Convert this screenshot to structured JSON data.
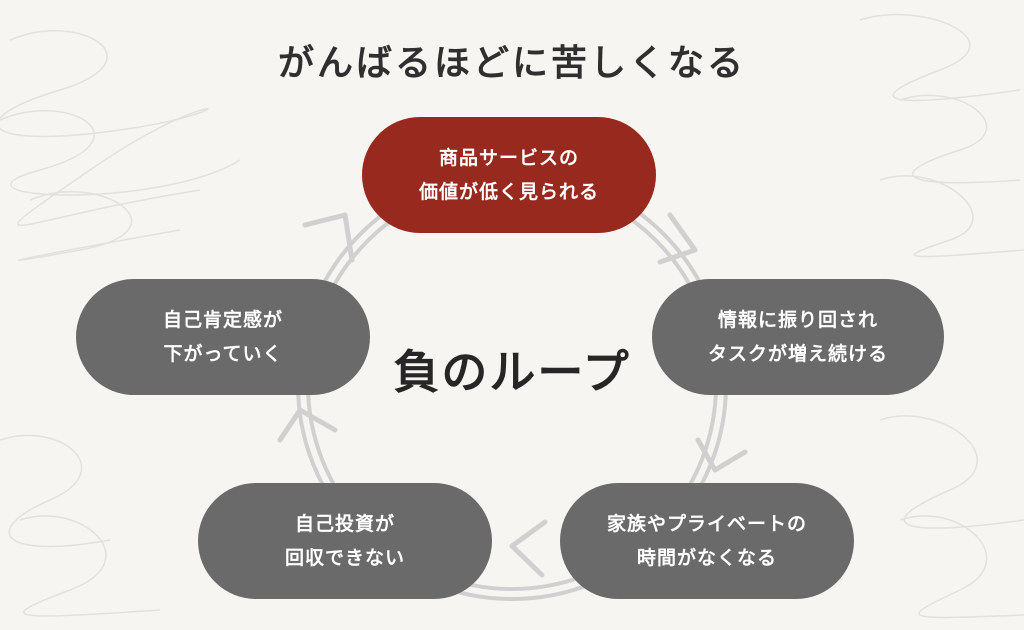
{
  "title": "がんばるほどに苦しくなる",
  "center_label": "負のループ",
  "colors": {
    "background": "#f6f5f2",
    "accent_node": "#97291e",
    "node": "#6a6a6a",
    "loop_ring": "#cfcfcf",
    "text_dark": "#2f2f2f"
  },
  "nodes": [
    {
      "id": "top",
      "line1": "商品サービスの",
      "line2": "価値が低く見られる",
      "accent": true
    },
    {
      "id": "right",
      "line1": "情報に振り回され",
      "line2": "タスクが増え続ける",
      "accent": false
    },
    {
      "id": "bottom-right",
      "line1": "家族やプライベートの",
      "line2": "時間がなくなる",
      "accent": false
    },
    {
      "id": "bottom-left",
      "line1": "自己投資が",
      "line2": "回収できない",
      "accent": false
    },
    {
      "id": "left",
      "line1": "自己肯定感が",
      "line2": "下がっていく",
      "accent": false
    }
  ]
}
